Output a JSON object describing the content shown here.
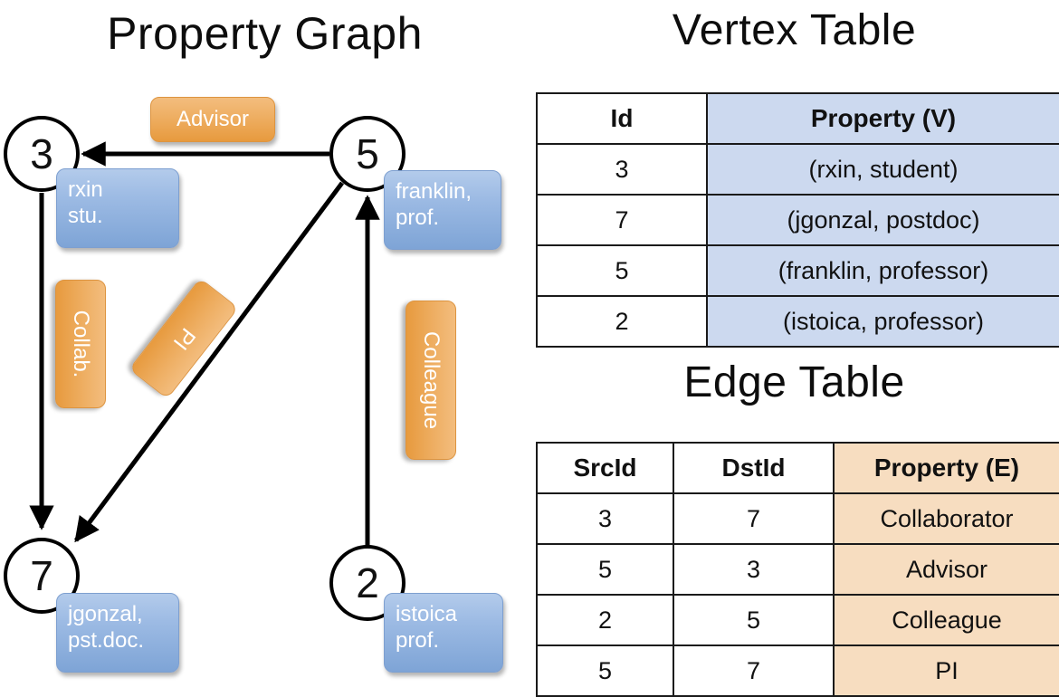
{
  "titles": {
    "property_graph": "Property Graph",
    "vertex_table": "Vertex Table",
    "edge_table": "Edge Table"
  },
  "graph": {
    "nodes": [
      {
        "id": "3",
        "label": "3",
        "property": "rxin\nstu."
      },
      {
        "id": "5",
        "label": "5",
        "property": "franklin,\nprof."
      },
      {
        "id": "7",
        "label": "7",
        "property": "jgonzal,\npst.doc."
      },
      {
        "id": "2",
        "label": "2",
        "property": "istoica\nprof."
      }
    ],
    "edge_labels": [
      {
        "name": "advisor",
        "text": "Advisor"
      },
      {
        "name": "collab",
        "text": "Collab."
      },
      {
        "name": "pi",
        "text": "PI"
      },
      {
        "name": "colleague",
        "text": "Colleague"
      }
    ],
    "edges": [
      {
        "from": "5",
        "to": "3",
        "label": "Advisor"
      },
      {
        "from": "3",
        "to": "7",
        "label": "Collab."
      },
      {
        "from": "5",
        "to": "7",
        "label": "PI"
      },
      {
        "from": "2",
        "to": "5",
        "label": "Colleague"
      }
    ]
  },
  "vertex_table": {
    "headers": [
      "Id",
      "Property (V)"
    ],
    "rows": [
      {
        "id": "3",
        "property": "(rxin, student)"
      },
      {
        "id": "7",
        "property": "(jgonzal, postdoc)"
      },
      {
        "id": "5",
        "property": "(franklin, professor)"
      },
      {
        "id": "2",
        "property": "(istoica, professor)"
      }
    ]
  },
  "edge_table": {
    "headers": [
      "SrcId",
      "DstId",
      "Property (E)"
    ],
    "rows": [
      {
        "src": "3",
        "dst": "7",
        "property": "Collaborator"
      },
      {
        "src": "5",
        "dst": "3",
        "property": "Advisor"
      },
      {
        "src": "2",
        "dst": "5",
        "property": "Colleague"
      },
      {
        "src": "5",
        "dst": "7",
        "property": "PI"
      }
    ]
  },
  "colors": {
    "vertex_property_fill": "#ccd9ef",
    "edge_property_fill": "#f7ddc0",
    "vertex_box": "#9dbbe4",
    "edge_box": "#eeae62",
    "stroke": "#000000",
    "background": "#ffffff"
  }
}
